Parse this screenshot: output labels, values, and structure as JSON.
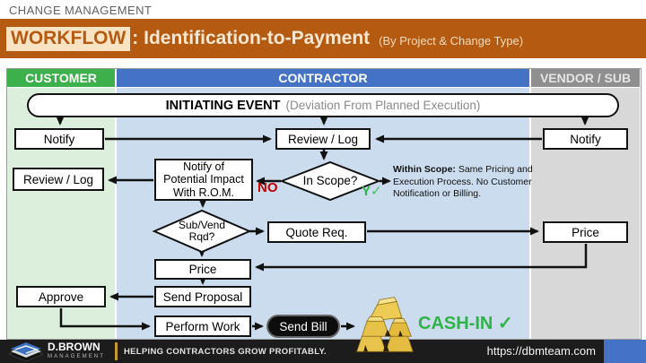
{
  "eyebrow": "CHANGE MANAGEMENT",
  "banner": {
    "highlight": "WORKFLOW",
    "rest": ": Identification-to-Payment",
    "suffix": "(By Project & Change Type)"
  },
  "columns": {
    "customer": "CUSTOMER",
    "contractor": "CONTRACTOR",
    "vendor": "VENDOR / SUB"
  },
  "flow": {
    "initiating_title": "INITIATING EVENT",
    "initiating_subtitle": "(Deviation From Planned Execution)",
    "notify_customer": "Notify",
    "review_log_center": "Review / Log",
    "notify_vendor": "Notify",
    "review_log_customer": "Review / Log",
    "notify_impact_lines": [
      "Notify of",
      "Potential Impact",
      "With R.O.M."
    ],
    "in_scope": "In Scope?",
    "no_label": "NO",
    "yes_label": "Y",
    "yes_check": "✓",
    "within_scope_bold": "Within Scope:",
    "within_scope_text": " Same Pricing and Execution Process. No Customer Notification or Billing.",
    "sub_vend_lines": [
      "Sub/Vend",
      "Rqd?"
    ],
    "quote_req": "Quote Req.",
    "price_vendor": "Price",
    "price_center": "Price",
    "approve": "Approve",
    "send_proposal": "Send Proposal",
    "perform_work": "Perform Work",
    "send_bill": "Send Bill",
    "cash_in": "CASH-IN ✓"
  },
  "footer": {
    "brand": "D.BROWN",
    "brand_sub": "MANAGEMENT",
    "tagline": "HELPING CONTRACTORS GROW PROFITABLY.",
    "url": "https://dbmteam.com"
  },
  "colors": {
    "banner_orange": "#B45A11",
    "customer_green": "#3CB04A",
    "contractor_blue": "#4472C4",
    "vendor_gray": "#8F8F8F",
    "customer_bg": "#DCEEDC",
    "contractor_bg": "#CBDCEE",
    "vendor_bg": "#D8D8D8",
    "no_red": "#C00000",
    "cash_green": "#2FB349",
    "gold": "#E2BC3F",
    "footer_accent_blue": "#4472C4"
  }
}
